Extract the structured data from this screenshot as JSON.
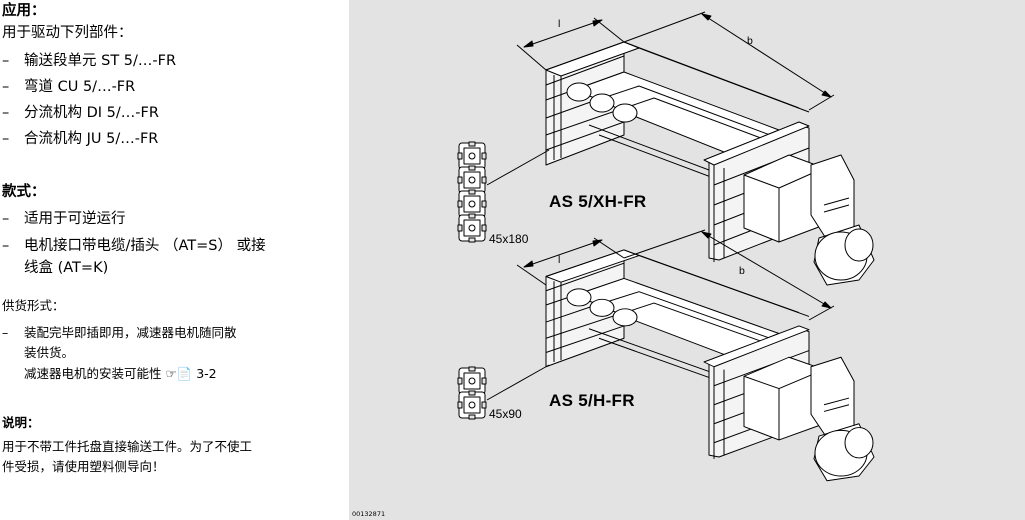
{
  "application": {
    "heading": "应用：",
    "intro": "用于驱动下列部件：",
    "items": [
      "输送段单元 ST 5/…-FR",
      "弯道 CU 5/…-FR",
      "分流机构 DI 5/…-FR",
      "合流机构 JU 5/…-FR"
    ]
  },
  "design": {
    "heading": "款式：",
    "items": [
      "适用于可逆运行",
      "电机接口带电缆/插头 （AT=S） 或接",
      "线盒 (AT=K)"
    ]
  },
  "delivery": {
    "heading": "供货形式：",
    "item_line1": "装配完毕即插即用，减速器电机随同散",
    "item_line2": "装供货。",
    "item_line3": "减速器电机的安装可能性 ☞📄 3-2"
  },
  "note": {
    "heading": "说明：",
    "line1": "用于不带工件托盘直接输送工件。为了不使工",
    "line2": "件受损，请使用塑料侧导向！"
  },
  "figure": {
    "model_top": "AS 5/XH-FR",
    "model_bottom": "AS 5/H-FR",
    "profile_top": "45x180",
    "profile_bottom": "45x90",
    "dim_l": "l",
    "dim_b": "b",
    "figure_id": "00132871"
  }
}
